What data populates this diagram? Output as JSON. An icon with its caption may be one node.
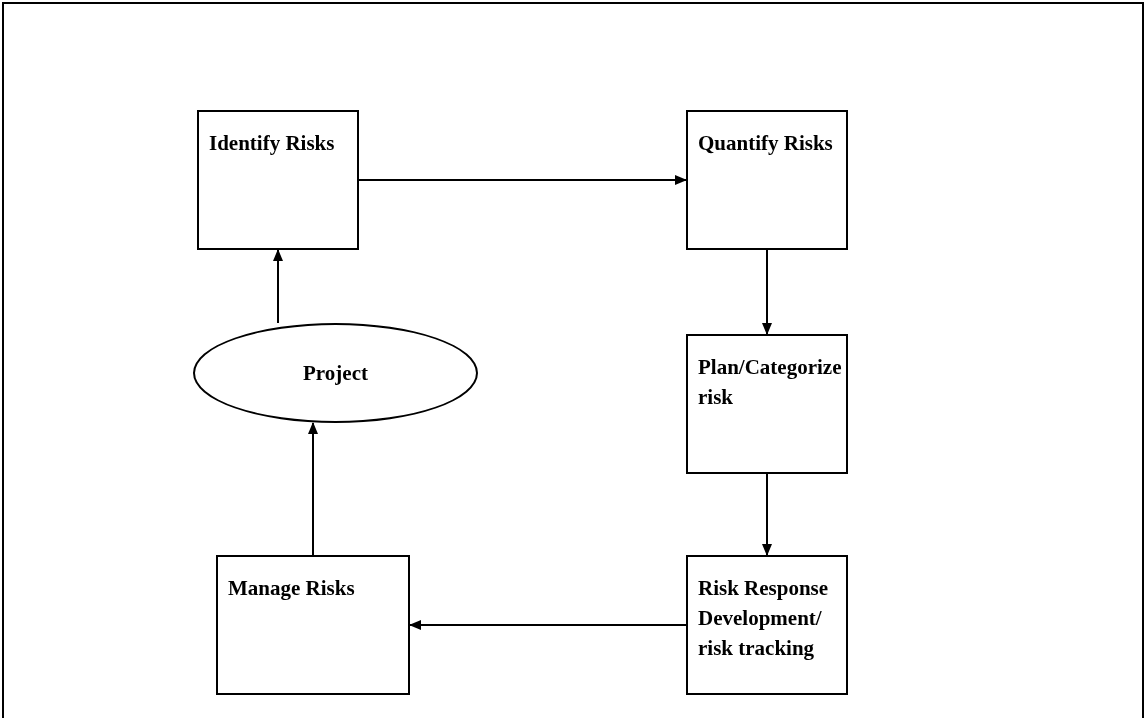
{
  "diagram": {
    "nodes": [
      {
        "text": [
          "Identify Risks"
        ]
      },
      {
        "text": [
          "Quantify Risks"
        ]
      },
      {
        "text": [
          "Project"
        ]
      },
      {
        "text": [
          "Plan/Categorize risk"
        ]
      },
      {
        "text": [
          "Manage Risks"
        ]
      },
      {
        "text": [
          "Risk Response Development/ risk tracking"
        ]
      }
    ],
    "edges": [
      {
        "from": 0,
        "to": 1,
        "arrow": "to"
      },
      {
        "from": 1,
        "to": 3,
        "arrow": "to"
      },
      {
        "from": 3,
        "to": 5,
        "arrow": "to"
      },
      {
        "from": 5,
        "to": 4,
        "arrow": "to"
      },
      {
        "from": 4,
        "to": 2,
        "arrow": "to"
      },
      {
        "from": 2,
        "to": 0,
        "arrow": "to"
      }
    ]
  }
}
